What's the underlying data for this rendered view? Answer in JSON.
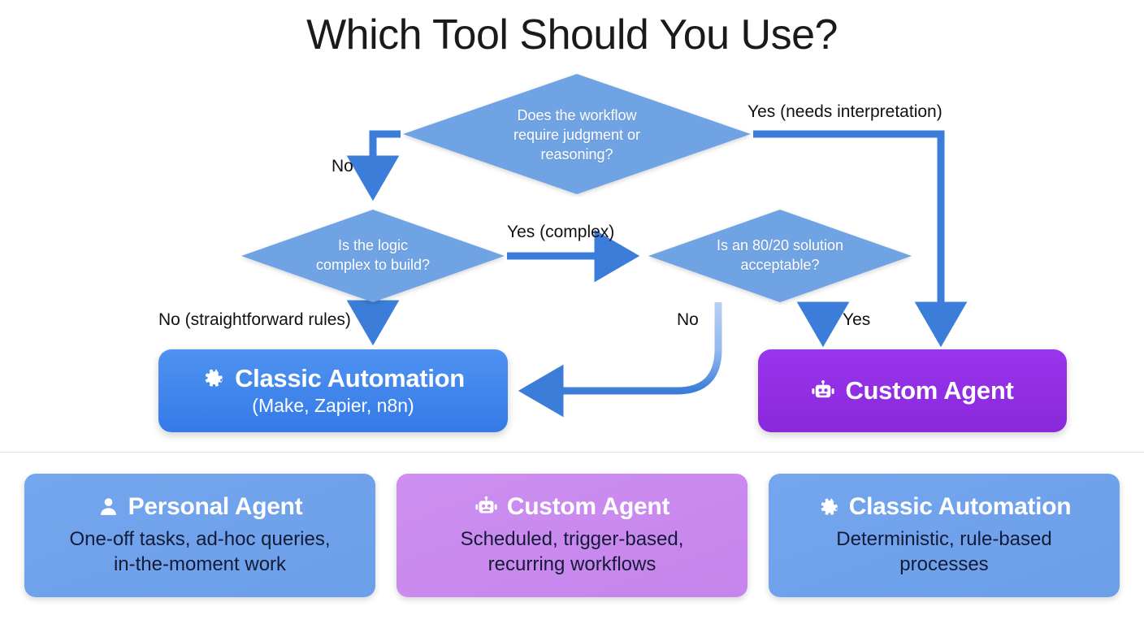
{
  "page": {
    "title": "Which Tool Should You Use?",
    "background": "#ffffff"
  },
  "colors": {
    "diamond_fill": "#6fa3e4",
    "arrow_blue": "#3b7dd8",
    "arrow_light_blue": "#a8c6ee",
    "box_classic": "#3f84ec",
    "box_custom": "#9333ea",
    "card_blue": "#70a2ea",
    "card_purple": "#c98bee",
    "card_text": "#141b38",
    "divider": "#e2e2e2",
    "label_text": "#111111"
  },
  "flowchart": {
    "type": "decision-flowchart",
    "nodes": [
      {
        "id": "diamond-judgment",
        "kind": "decision",
        "text": "Does the workflow require judgment or reasoning?",
        "lines": [
          "Does the workflow",
          "require judgment or",
          "reasoning?"
        ]
      },
      {
        "id": "diamond-complex",
        "kind": "decision",
        "text": "Is the logic complex to build?",
        "lines": [
          "Is the logic",
          "complex to build?"
        ]
      },
      {
        "id": "diamond-8020",
        "kind": "decision",
        "text": "Is an 80/20 solution acceptable?",
        "lines": [
          "Is an 80/20 solution",
          "acceptable?"
        ]
      },
      {
        "id": "box-classic",
        "kind": "terminal",
        "title": "Classic Automation",
        "subtitle": "(Make, Zapier, n8n)",
        "icon": "gear-icon",
        "color": "#3f84ec"
      },
      {
        "id": "box-custom",
        "kind": "terminal",
        "title": "Custom Agent",
        "subtitle": "",
        "icon": "robot-icon",
        "color": "#9333ea"
      }
    ],
    "edges": [
      {
        "id": "edge-yes-interp",
        "from": "diamond-judgment",
        "to": "box-custom",
        "label": "Yes (needs interpretation)"
      },
      {
        "id": "edge-no-top",
        "from": "diamond-judgment",
        "to": "diamond-complex",
        "label": "No"
      },
      {
        "id": "edge-yes-complex",
        "from": "diamond-complex",
        "to": "diamond-8020",
        "label": "Yes (complex)"
      },
      {
        "id": "edge-no-straight",
        "from": "diamond-complex",
        "to": "box-classic",
        "label": "No (straightforward rules)"
      },
      {
        "id": "edge-no-8020",
        "from": "diamond-8020",
        "to": "box-classic",
        "label": "No"
      },
      {
        "id": "edge-yes-8020",
        "from": "diamond-8020",
        "to": "box-custom",
        "label": "Yes"
      }
    ]
  },
  "legend": {
    "cards": [
      {
        "id": "card-personal-agent",
        "icon": "person-icon",
        "title": "Personal Agent",
        "description": "One-off tasks, ad-hoc queries, in-the-moment work",
        "lines": [
          "One-off tasks, ad-hoc queries,",
          "in-the-moment work"
        ],
        "style": "card-blue"
      },
      {
        "id": "card-custom-agent",
        "icon": "robot-icon",
        "title": "Custom Agent",
        "description": "Scheduled, trigger-based, recurring workflows",
        "lines": [
          "Scheduled, trigger-based,",
          "recurring workflows"
        ],
        "style": "card-purple"
      },
      {
        "id": "card-classic-automation",
        "icon": "gear-icon",
        "title": "Classic Automation",
        "description": "Deterministic, rule-based processes",
        "lines": [
          "Deterministic, rule-based",
          "processes"
        ],
        "style": "card-blue"
      }
    ]
  }
}
